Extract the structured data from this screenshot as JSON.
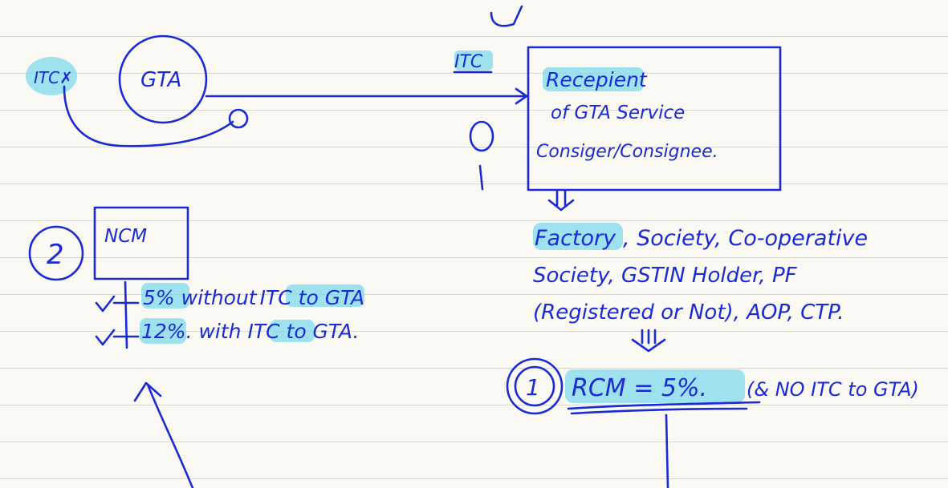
{
  "left": {
    "itc_x": "ITC✗",
    "gta": "GTA",
    "two": "2",
    "ncm": "NCM",
    "line1_a": "5%",
    "line1_b": " without",
    "line1_c": "ITC to GTA",
    "line2_a": "12%",
    "line2_b": ". with ",
    "line2_c": "ITC to GTA."
  },
  "middle": {
    "itc": "ITC",
    "check": "✓"
  },
  "recipient_box": {
    "line1": "Recepient",
    "line2": "of GTA Service",
    "line3": "Consiger/Consignee."
  },
  "list": {
    "line1_factory": "Factory",
    "line1_rest": ", Society, Co-operative",
    "line2": "Society, GSTIN Holder, PF",
    "line3": "(Registered or Not), AOP, CTP."
  },
  "rcm": {
    "one": "1",
    "text": "RCM = 5%.",
    "note": "(& NO ITC to GTA)"
  },
  "colors": {
    "ink": "#1a2bd6",
    "highlight": "#7fd8ee",
    "paper": "#fbf9f4",
    "rule": "#d9d6d0"
  }
}
